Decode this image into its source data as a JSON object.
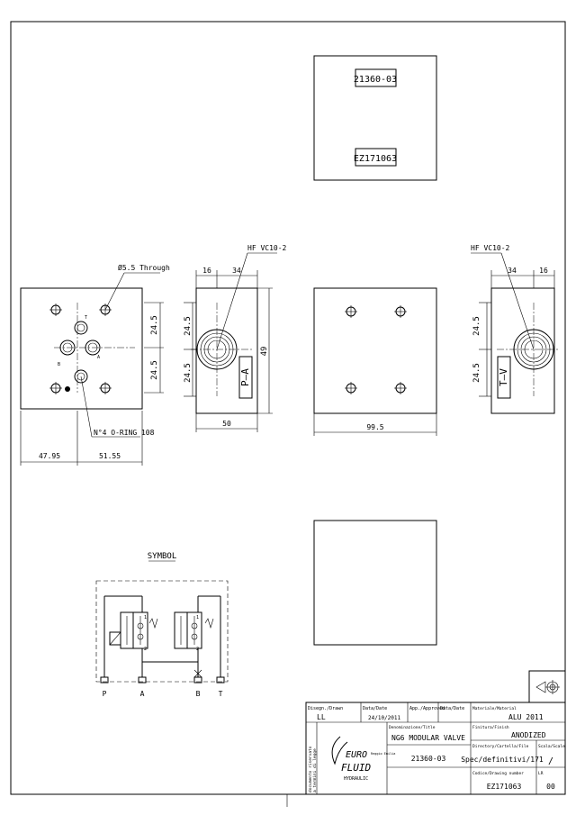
{
  "labels": {
    "part_code_top": "21360-03",
    "drawing_code_top": "EZ171063",
    "hole_note": "Ø5.5 Through",
    "oring_note": "N°4 O-RING 108",
    "hf_left": "HF VC10-2",
    "hf_right": "HF VC10-2",
    "port_pa": "P—A",
    "port_tb": "T—V",
    "symbol_title": "SYMBOL",
    "port_p": "P",
    "port_a": "A",
    "port_b": "B",
    "port_t": "T",
    "port_small_t": "T",
    "port_small_b": "B",
    "port_small_a": "A"
  },
  "dimensions": {
    "v1_top": "24.5",
    "v1_bottom": "24.5",
    "v1_left_width": "47.95",
    "v1_right_width": "51.55",
    "v2_16": "16",
    "v2_34": "34",
    "v2_top": "24.5",
    "v2_bottom": "24.5",
    "v2_height": "49",
    "v2_width": "50",
    "v3_width": "99.5",
    "v4_34": "34",
    "v4_16": "16",
    "v4_top": "24.5",
    "v4_bottom": "24.5"
  },
  "title_block": {
    "drawn_label": "Disegn./Drawn",
    "drawn_value": "LL",
    "date_label": "Data/Date",
    "date_value": "24/10/2011",
    "approved_label": "App./Approved",
    "date2_label": "Data/Date",
    "material_label": "Materiale/Material",
    "material_value": "ALU 2011",
    "name_label": "Denominazione/Title",
    "name_value": "NG6 MODULAR VALVE",
    "name_code": "21360-03",
    "finish_label": "Finitura/Finish",
    "finish_value": "ANODIZED",
    "directory_label": "Directory/Cartella/File",
    "directory_value": "Spec/definitivi/171",
    "scale_label": "Scala/Scale",
    "scale_value": "/",
    "drawing_no_label": "Codice/Drawing number",
    "drawing_no_value": "EZ171063",
    "rev_label": "LR",
    "rev_value": "00",
    "side_note_1": "documento riservato",
    "side_note_2": "a termini di legge",
    "logo_1": "EURO",
    "logo_2": "FLUID",
    "logo_3": "HYDRAULIC",
    "logo_reg": "Reggio Emilia"
  }
}
